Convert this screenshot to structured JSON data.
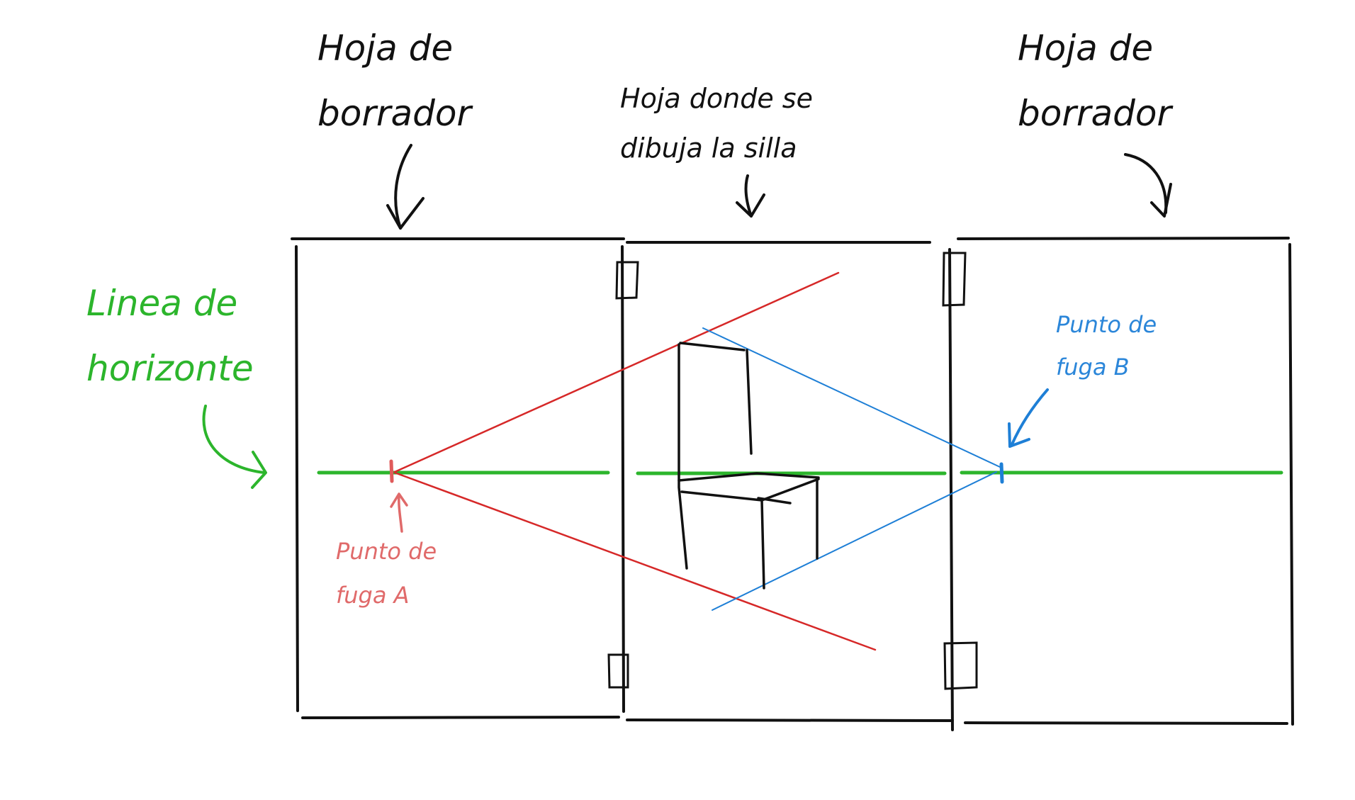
{
  "colors": {
    "ink": "#111111",
    "horizon": "#2cb52c",
    "vanishing_a": "#d62828",
    "vanishing_a_label": "#e06a6a",
    "vanishing_b": "#1e7fd6",
    "vanishing_b_label": "#2b86d9"
  },
  "labels": {
    "left_sheet": [
      "Hoja de",
      "borrador"
    ],
    "middle_sheet": [
      "Hoja donde se",
      "dibuja la silla"
    ],
    "right_sheet": [
      "Hoja de",
      "borrador"
    ],
    "horizon_line": [
      "Linea de",
      "horizonte"
    ],
    "vanishing_point_a": [
      "Punto de",
      "fuga A"
    ],
    "vanishing_point_b": [
      "Punto de",
      "fuga B"
    ]
  },
  "icons": {
    "arrows": [
      "arrow-down-icon",
      "arrow-curved-right-icon",
      "arrow-up-icon",
      "arrow-down-left-icon"
    ],
    "tape": "tape-icon",
    "chair": "chair-sketch"
  }
}
